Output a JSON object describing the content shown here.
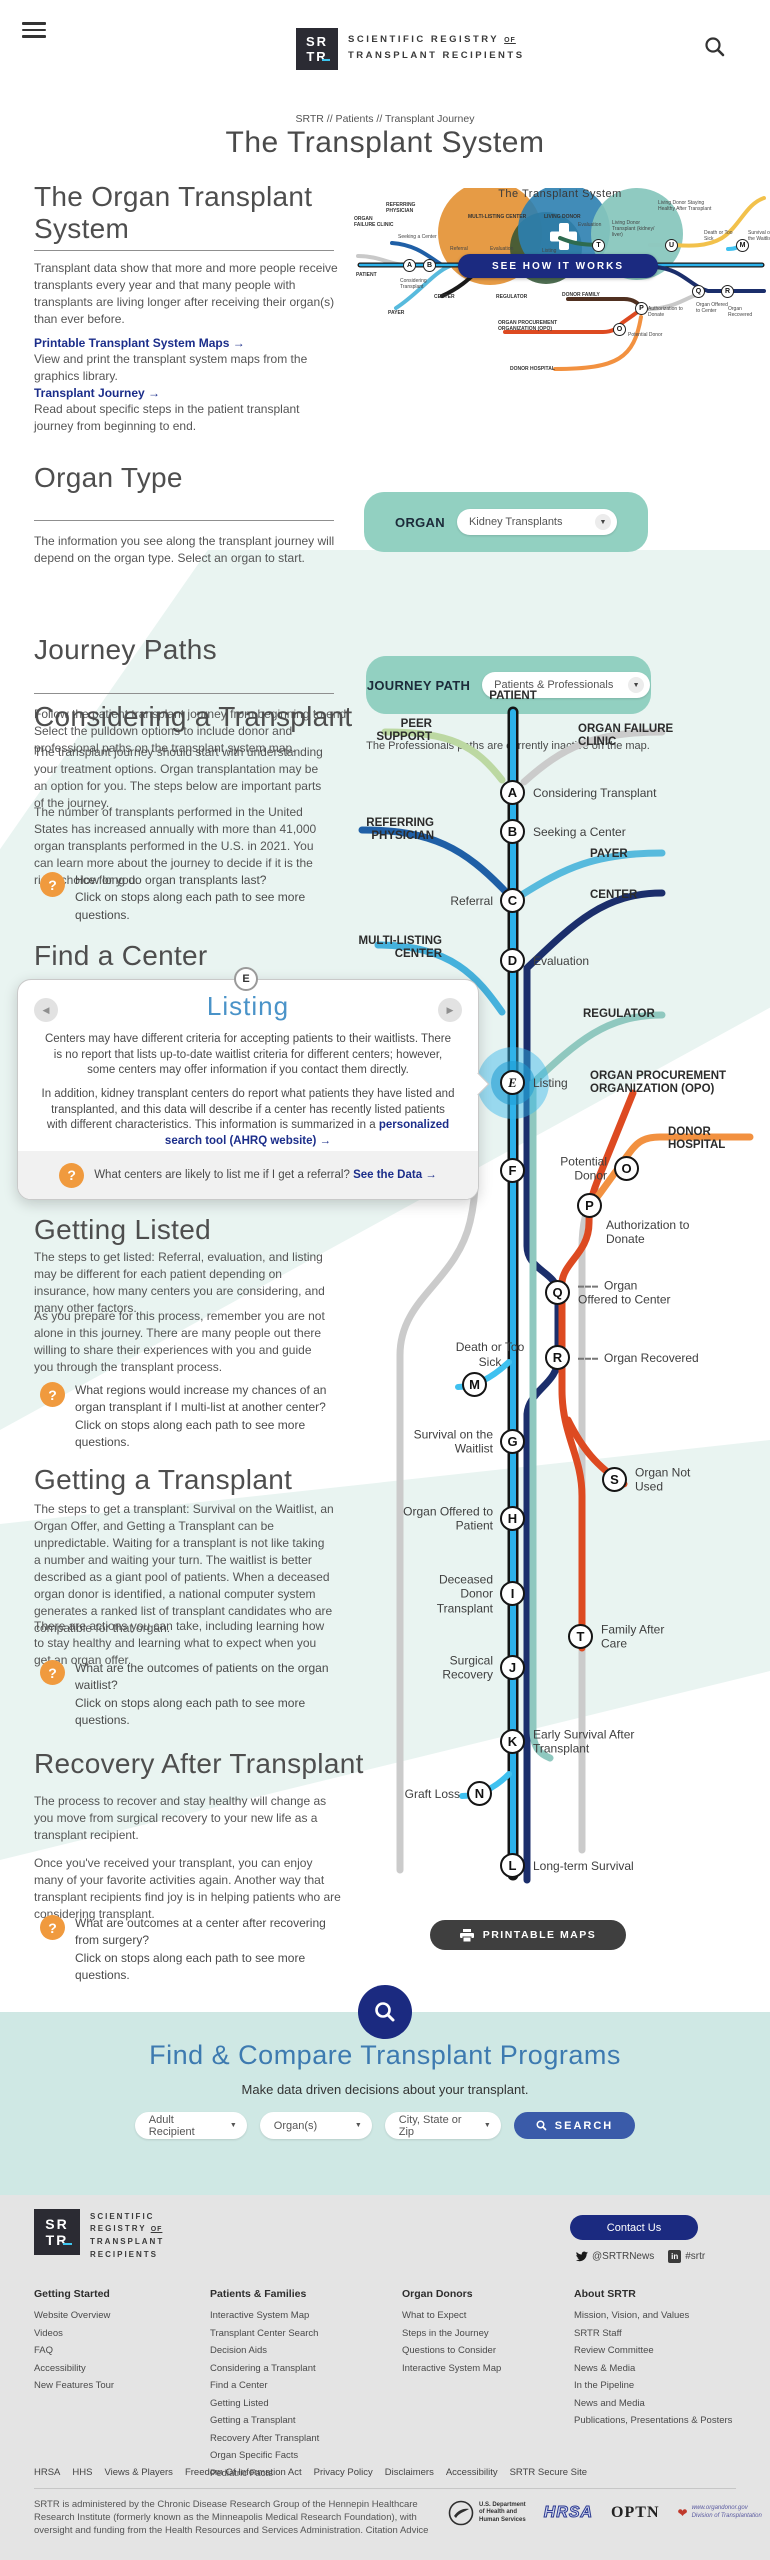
{
  "icons": {
    "caret_down": "▼",
    "chevron_left": "◀",
    "chevron_right": "▶",
    "question_mark": "?",
    "linkedin_glyph": "in",
    "hashtag_label": "#srtr"
  },
  "header": {
    "brand": {
      "sr": "SR",
      "tr": "TR",
      "line1": "SCIENTIFIC REGISTRY",
      "of": "OF",
      "line2": "TRANSPLANT  RECIPIENTS"
    },
    "breadcrumb": "SRTR  //  Patients  //  Transplant Journey",
    "page_title": "The Transplant System"
  },
  "intro": {
    "heading": "The Organ Transplant System",
    "p1": "Transplant data show that more and more people receive transplants every year and that many people with transplants are living longer after receiving their organ(s) than ever before.",
    "links": [
      {
        "label": "Printable Transplant System Maps →",
        "desc": "View and print the transplant system maps from the graphics library."
      },
      {
        "label": "Transplant Journey →",
        "desc": "Read about specific steps in the patient transplant journey from beginning to end."
      }
    ]
  },
  "minimap": {
    "title": "The Transplant System",
    "see_how": "SEE HOW IT WORKS",
    "labels": [
      "ORGAN FAILURE CLINIC",
      "REFERRING PHYSICIAN",
      "PATIENT",
      "Seeking a Center",
      "Considering Transplant",
      "PAYER",
      "CENTER",
      "Referral",
      "Evaluation",
      "Listing",
      "MULTI-LISTING CENTER",
      "LIVING DONOR",
      "Evaluation",
      "Living Donor Transplant (kidney/ liver)",
      "Living Donor Staying Healthy After Transplant",
      "REGULATOR",
      "DONOR FAMILY",
      "ORGAN PROCUREMENT ORGANIZATION (OPO)",
      "Potential Donor",
      "Authorization to Donate",
      "Organ Offered to Center",
      "Organ Recovered",
      "Death or Too Sick",
      "Survival on the Waitlist",
      "DONOR HOSPITAL"
    ],
    "stops": [
      "A",
      "B",
      "T",
      "U",
      "M",
      "P",
      "O",
      "Q",
      "R"
    ]
  },
  "organ_type": {
    "heading": "Organ Type",
    "body": "The information you see along the transplant journey will depend on the organ type. Select an organ to start.",
    "control_label": "ORGAN",
    "control_value": "Kidney Transplants"
  },
  "journey": {
    "heading": "Journey Paths",
    "body": "Follow the patient transplant journey from beginning to end. Select the pulldown options to include donor and professional paths on the transplant system map.",
    "control_label": "JOURNEY PATH",
    "control_value": "Patients & Professionals",
    "note": "The Professionals paths are currently inactive on the map."
  },
  "common": {
    "click_more": "Click on stops along each path to see more questions."
  },
  "sections": {
    "considering": {
      "heading": "Considering a Transplant",
      "p1": "The transplant journey should start with understanding your treatment options. Organ transplantation may be an option for you. The steps below are important parts of the journey.",
      "p2": "The number of transplants performed in the United States has increased annually with more than 41,000 organ transplants performed in the U.S. in 2021. You can learn more about the journey to decide if it is the right choice for you.",
      "question": "How long do organ transplants last?"
    },
    "find_center": {
      "heading": "Find a Center"
    },
    "getting_listed": {
      "heading": "Getting Listed",
      "p1": "The steps to get listed: Referral, evaluation, and listing may be different for each patient depending on insurance, how many centers you are considering, and many other factors.",
      "p2": "As you prepare for this process, remember you are not alone in this journey. There are many people out there willing to share their experiences with you and guide you through the transplant process.",
      "question": "What regions would increase my chances of an organ transplant if I multi-list at another center?"
    },
    "getting_transplant": {
      "heading": "Getting a Transplant",
      "p1": "The steps to get a transplant: Survival on the Waitlist, an Organ Offer, and Getting a Transplant can be unpredictable. Waiting for a transplant is not like taking a number and waiting your turn. The waitlist is better described as a giant pool of patients. When a deceased organ donor is identified, a national computer system generates a ranked list of transplant candidates who are compatible for that organ.",
      "p2": "There are actions you can take, including learning how to stay healthy and learning what to expect when you get an organ offer.",
      "question": "What are the outcomes of patients on the organ waitlist?"
    },
    "recovery": {
      "heading": "Recovery After Transplant",
      "p1": "The process to recover and stay healthy will change as you move from surgical recovery to your new life as a transplant recipient.",
      "p2": "Once you've received your transplant, you can enjoy many of your favorite activities again. Another way that transplant recipients find joy is in helping patients who are considering transplant.",
      "question": "What are outcomes at a center after recovering from surgery?"
    }
  },
  "popup": {
    "stop_letter": "E",
    "title": "Listing",
    "p1": "Centers may have different criteria for accepting patients to their waitlists. There is no report that lists up-to-date waitlist criteria for different centers; however, some centers may offer information if you contact them directly.",
    "p2_pre": "In addition, kidney transplant centers do report what patients they have listed and transplanted, and this data will describe if a center has recently listed patients with different characteristics. This information is summarized in a ",
    "p2_link": "personalized search tool (AHRQ website) →",
    "question": "What centers are likely to list me if I get a referral?",
    "question_link": "See the Data →"
  },
  "map": {
    "line_labels": [
      "PATIENT",
      "PEER SUPPORT",
      "ORGAN FAILURE CLINIC",
      "REFERRING PHYSICIAN",
      "PAYER",
      "CENTER",
      "MULTI-LISTING CENTER",
      "REGULATOR",
      "ORGAN PROCUREMENT ORGANIZATION (OPO)",
      "DONOR HOSPITAL"
    ],
    "stops": [
      {
        "letter": "A",
        "label": "Considering Transplant"
      },
      {
        "letter": "B",
        "label": "Seeking a Center"
      },
      {
        "letter": "C",
        "label": "Referral"
      },
      {
        "letter": "D",
        "label": "Evaluation"
      },
      {
        "letter": "E",
        "label": "Listing"
      },
      {
        "letter": "F",
        "label": ""
      },
      {
        "letter": "G",
        "label": "Survival on the Waitlist"
      },
      {
        "letter": "H",
        "label": "Organ Offered to Patient"
      },
      {
        "letter": "I",
        "label": "Deceased Donor Transplant"
      },
      {
        "letter": "J",
        "label": "Surgical Recovery"
      },
      {
        "letter": "K",
        "label": "Early Survival After Transplant"
      },
      {
        "letter": "L",
        "label": "Long-term Survival"
      },
      {
        "letter": "M",
        "label": "Death or Too Sick"
      },
      {
        "letter": "N",
        "label": "Graft Loss"
      },
      {
        "letter": "O",
        "label": "Potential Donor"
      },
      {
        "letter": "P",
        "label": "Authorization to Donate"
      },
      {
        "letter": "Q",
        "label": "Organ Offered to Center"
      },
      {
        "letter": "R",
        "label": "Organ Recovered"
      },
      {
        "letter": "S",
        "label": "Organ Not Used"
      },
      {
        "letter": "T",
        "label": "Family After Care"
      }
    ],
    "clipped_fragment": [
      "or",
      "nt",
      "er)"
    ],
    "printable_label": "PRINTABLE MAPS"
  },
  "finder": {
    "heading": "Find & Compare Transplant Programs",
    "sub": "Make data driven decisions about your transplant.",
    "filters": [
      "Adult Recipient",
      "Organ(s)",
      "City, State or Zip"
    ],
    "search_label": "SEARCH"
  },
  "footer": {
    "contact": "Contact Us",
    "twitter": "@SRTRNews",
    "columns": [
      {
        "title": "Getting Started",
        "links": [
          "Website Overview",
          "Videos",
          "FAQ",
          "Accessibility",
          "New Features Tour"
        ]
      },
      {
        "title": "Patients & Families",
        "links": [
          "Interactive System Map",
          "Transplant Center Search",
          "Decision Aids",
          "Considering a Transplant",
          "Find a Center",
          "Getting Listed",
          "Getting a Transplant",
          "Recovery After Transplant",
          "Organ Specific Facts",
          "Pediatric Facts"
        ]
      },
      {
        "title": "Organ Donors",
        "links": [
          "What to Expect",
          "Steps in the Journey",
          "Questions to Consider",
          "Interactive System Map"
        ]
      },
      {
        "title": "About SRTR",
        "links": [
          "Mission, Vision, and Values",
          "SRTR Staff",
          "Review Committee",
          "News & Media",
          "In the Pipeline",
          "News and Media",
          "Publications, Presentations & Posters"
        ]
      }
    ],
    "legal": [
      "HRSA",
      "HHS",
      "Views & Players",
      "Freedom Of Information Act",
      "Privacy Policy",
      "Disclaimers",
      "Accessibility",
      "SRTR Secure Site"
    ],
    "fine_print": "SRTR is administered by the Chronic Disease Research Group of the Hennepin Healthcare Research Institute (formerly known as the Minneapolis Medical Research Foundation), with oversight and funding from the Health Resources and Services Administration. Citation Advice",
    "partners": {
      "hhs": [
        "U.S. Department",
        "of Health and",
        "Human Services"
      ],
      "hrsa": "HRSA",
      "optn": "OPTN",
      "donor": [
        "www.organdonor.gov",
        "Division of Transplantation"
      ]
    }
  }
}
